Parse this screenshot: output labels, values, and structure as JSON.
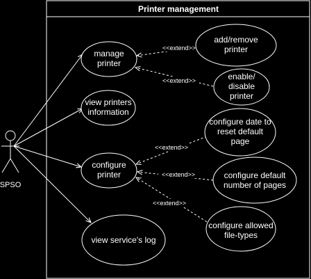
{
  "system": {
    "title": "Printer management"
  },
  "actor": {
    "name": "SPSO"
  },
  "use_cases": {
    "manage_printer": [
      "manage",
      "printer"
    ],
    "view_printers_info": [
      "view printers",
      "information"
    ],
    "configure_printer": [
      "configure",
      "printer"
    ],
    "view_log": [
      "view service's log"
    ],
    "add_remove_printer": [
      "add/remove",
      "printer"
    ],
    "enable_disable_printer": [
      "enable/",
      "disable",
      "printer"
    ],
    "configure_date": [
      "configure date to",
      "reset default",
      "page"
    ],
    "configure_default_pages": [
      "configure default",
      "number of pages"
    ],
    "configure_file_types": [
      "configure allowed",
      "file-types"
    ]
  },
  "relations": {
    "extend_label": "<<extend>>"
  },
  "colors": {
    "background": "#000000",
    "stroke": "#ffffff",
    "label_bg": "#000000"
  }
}
